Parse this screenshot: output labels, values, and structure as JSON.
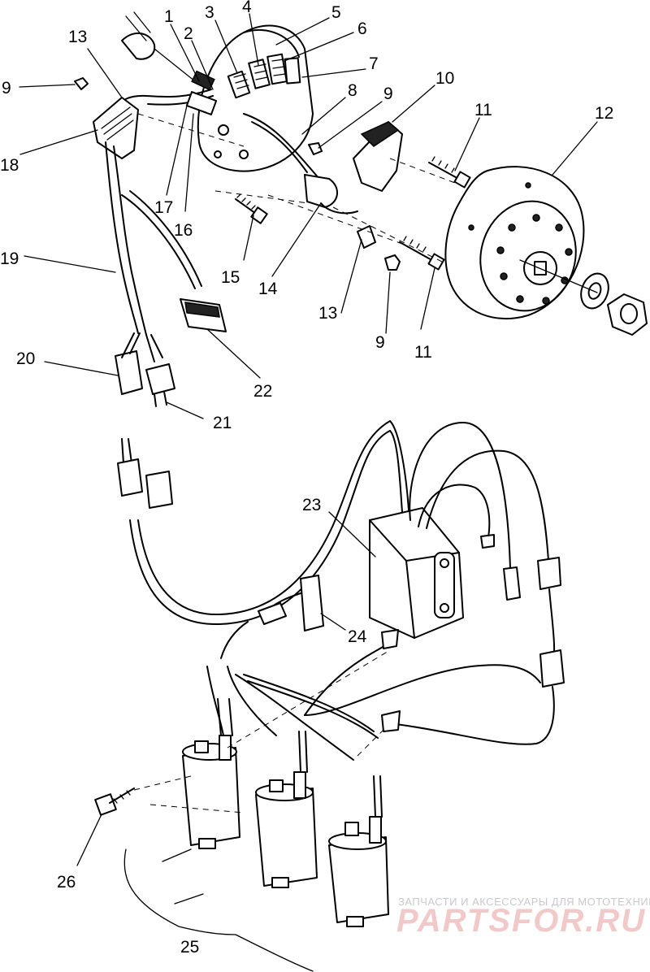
{
  "callouts": [
    {
      "id": "c1",
      "text": "1"
    },
    {
      "id": "c2",
      "text": "2"
    },
    {
      "id": "c3",
      "text": "3"
    },
    {
      "id": "c4",
      "text": "4"
    },
    {
      "id": "c5",
      "text": "5"
    },
    {
      "id": "c6",
      "text": "6"
    },
    {
      "id": "c7",
      "text": "7"
    },
    {
      "id": "c8",
      "text": "8"
    },
    {
      "id": "c9a",
      "text": "9"
    },
    {
      "id": "c9b",
      "text": "9"
    },
    {
      "id": "c9c",
      "text": "9"
    },
    {
      "id": "c10",
      "text": "10"
    },
    {
      "id": "c11a",
      "text": "11"
    },
    {
      "id": "c11b",
      "text": "11"
    },
    {
      "id": "c12",
      "text": "12"
    },
    {
      "id": "c13a",
      "text": "13"
    },
    {
      "id": "c13b",
      "text": "13"
    },
    {
      "id": "c14",
      "text": "14"
    },
    {
      "id": "c15",
      "text": "15"
    },
    {
      "id": "c16",
      "text": "16"
    },
    {
      "id": "c17",
      "text": "17"
    },
    {
      "id": "c18",
      "text": "18"
    },
    {
      "id": "c19",
      "text": "19"
    },
    {
      "id": "c20",
      "text": "20"
    },
    {
      "id": "c21",
      "text": "21"
    },
    {
      "id": "c22",
      "text": "22"
    },
    {
      "id": "c23",
      "text": "23"
    },
    {
      "id": "c24",
      "text": "24"
    },
    {
      "id": "c25",
      "text": "25"
    },
    {
      "id": "c26",
      "text": "26"
    }
  ],
  "watermark": {
    "tagline": "ЗАПЧАСТИ И АКСЕССУАРЫ ДЛЯ МОТОТЕХНИКИ",
    "brand": "PARTSFOR.RU"
  }
}
